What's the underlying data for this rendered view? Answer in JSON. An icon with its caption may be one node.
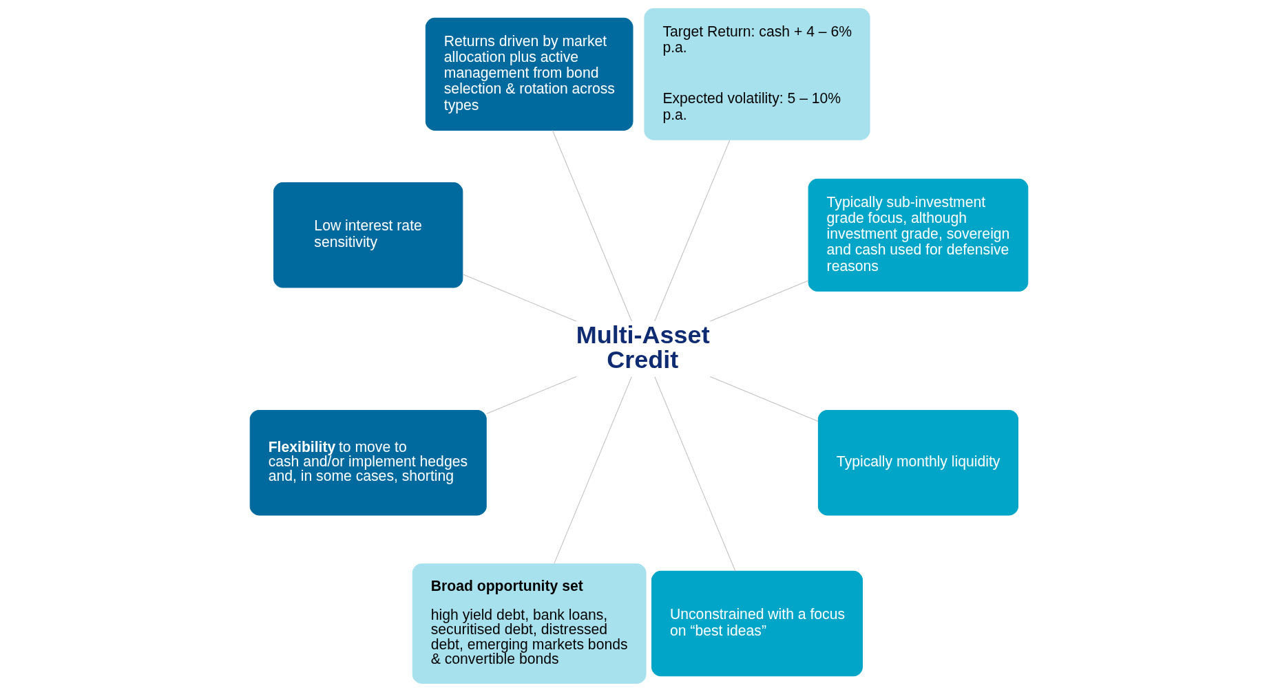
{
  "diagram": {
    "nodes": [
      {
        "text": [
          "Multi-Asset Credit"
        ]
      },
      {
        "text": [
          "Returns driven by market allocation plus active management from bond selection & rotation across types"
        ]
      },
      {
        "text": [
          "Target Return: cash + 4 – 6% p.a.",
          "Expected volatility: 5 – 10% p.a."
        ]
      },
      {
        "text": [
          "Typically sub-investment grade focus, although investment grade, sovereign and cash used for defensive reasons"
        ]
      },
      {
        "text": [
          "Low interest rate sensitivity"
        ]
      },
      {
        "text": [
          "Typically monthly liquidity"
        ]
      },
      {
        "text": [
          "**Flexibility** to move to cash and/or implement hedges and, in some cases, shorting"
        ]
      },
      {
        "text": [
          "Broad opportunity set",
          "high yield debt, bank loans, securitised debt, distressed debt, emerging markets bonds & convertible bonds"
        ]
      },
      {
        "text": [
          "Unconstrained with a focus on “best ideas”"
        ]
      }
    ],
    "edges": [
      {
        "from": 0,
        "to": 1,
        "arrow": "none"
      },
      {
        "from": 0,
        "to": 2,
        "arrow": "none"
      },
      {
        "from": 0,
        "to": 3,
        "arrow": "none"
      },
      {
        "from": 0,
        "to": 5,
        "arrow": "none"
      },
      {
        "from": 0,
        "to": 8,
        "arrow": "none"
      },
      {
        "from": 0,
        "to": 7,
        "arrow": "none"
      },
      {
        "from": 0,
        "to": 6,
        "arrow": "none"
      },
      {
        "from": 0,
        "to": 4,
        "arrow": "none"
      }
    ]
  }
}
